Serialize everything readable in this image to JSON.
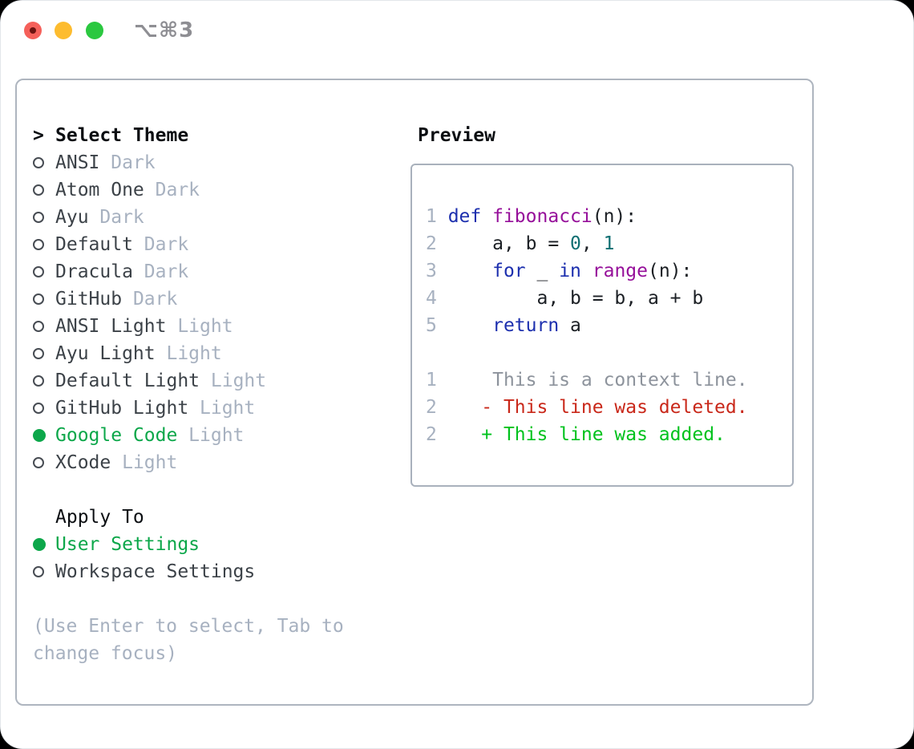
{
  "window": {
    "title": "⌥⌘3"
  },
  "titlebar_buttons": [
    {
      "name": "close-button"
    },
    {
      "name": "minimize-button"
    },
    {
      "name": "zoom-button"
    }
  ],
  "theme_list": {
    "prompt": ">",
    "header": "Select Theme",
    "items": [
      {
        "name": "ANSI",
        "tag": "Dark",
        "selected": false
      },
      {
        "name": "Atom One",
        "tag": "Dark",
        "selected": false
      },
      {
        "name": "Ayu",
        "tag": "Dark",
        "selected": false
      },
      {
        "name": "Default",
        "tag": "Dark",
        "selected": false
      },
      {
        "name": "Dracula",
        "tag": "Dark",
        "selected": false
      },
      {
        "name": "GitHub",
        "tag": "Dark",
        "selected": false
      },
      {
        "name": "ANSI Light",
        "tag": "Light",
        "selected": false
      },
      {
        "name": "Ayu Light",
        "tag": "Light",
        "selected": false
      },
      {
        "name": "Default Light",
        "tag": "Light",
        "selected": false
      },
      {
        "name": "GitHub Light",
        "tag": "Light",
        "selected": false
      },
      {
        "name": "Google Code",
        "tag": "Light",
        "selected": true
      },
      {
        "name": "XCode",
        "tag": "Light",
        "selected": false
      }
    ]
  },
  "apply_to": {
    "header": "Apply To",
    "options": [
      {
        "label": "User Settings",
        "selected": true
      },
      {
        "label": "Workspace Settings",
        "selected": false
      }
    ]
  },
  "help_text": {
    "line1": "(Use Enter to select, Tab to",
    "line2": "change focus)"
  },
  "preview": {
    "header": "Preview",
    "code_lines": [
      {
        "num": "1",
        "tokens": [
          {
            "t": "def",
            "c": "kw"
          },
          {
            "t": " ",
            "c": "pl"
          },
          {
            "t": "fibonacci",
            "c": "fn"
          },
          {
            "t": "(n):",
            "c": "pl"
          }
        ]
      },
      {
        "num": "2",
        "tokens": [
          {
            "t": "    a, b = ",
            "c": "pl"
          },
          {
            "t": "0",
            "c": "nu"
          },
          {
            "t": ", ",
            "c": "pl"
          },
          {
            "t": "1",
            "c": "nu"
          }
        ]
      },
      {
        "num": "3",
        "tokens": [
          {
            "t": "    ",
            "c": "pl"
          },
          {
            "t": "for",
            "c": "kw"
          },
          {
            "t": " _ ",
            "c": "pl"
          },
          {
            "t": "in",
            "c": "kw"
          },
          {
            "t": " ",
            "c": "pl"
          },
          {
            "t": "range",
            "c": "fn"
          },
          {
            "t": "(n):",
            "c": "pl"
          }
        ]
      },
      {
        "num": "4",
        "tokens": [
          {
            "t": "        a, b = b, a + b",
            "c": "pl"
          }
        ]
      },
      {
        "num": "5",
        "tokens": [
          {
            "t": "    ",
            "c": "pl"
          },
          {
            "t": "return",
            "c": "kw"
          },
          {
            "t": " a",
            "c": "pl"
          }
        ]
      }
    ],
    "diff_lines": [
      {
        "num": "1",
        "type": "context",
        "text": "     This is a context line."
      },
      {
        "num": "2",
        "type": "deleted",
        "text": "    - This line was deleted."
      },
      {
        "num": "2",
        "type": "added",
        "text": "    + This line was added."
      }
    ]
  },
  "colors": {
    "accent_green": "#0ca74a",
    "added_green": "#00c21d",
    "deleted_red": "#c9281a",
    "keyword_blue": "#1c2fae",
    "function_purple": "#96109a",
    "number_teal": "#0f6f72",
    "code_plain": "#1b1f24",
    "line_number": "#a7b1c0",
    "context_gray": "#8d939c",
    "item_name": "#3c4248",
    "muted": "#a7b1c0",
    "heading": "#0b0e12",
    "marker_ring": "#474c53",
    "traffic_red": "#f5605a",
    "traffic_red_dot": "#6d1310",
    "traffic_yellow": "#fdbc2f",
    "traffic_green": "#2bc840",
    "title_gray": "#8e8e93"
  }
}
